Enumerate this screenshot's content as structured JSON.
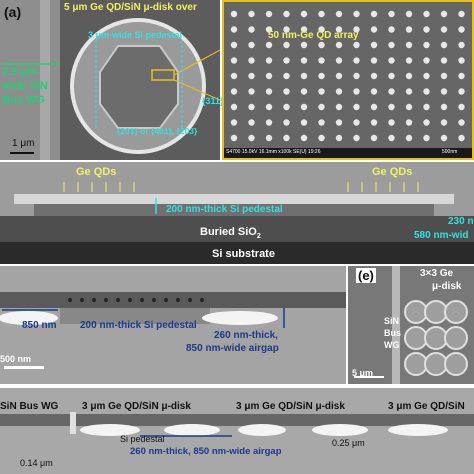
{
  "panel_a": {
    "label": "(a)",
    "disk_title": "5 μm Ge QD/SiN μ-disk over",
    "pedestal_label": "3 μm-wide Si pedestal",
    "array_label": "50 nm-Ge QD array",
    "wg_label_1": "2.5 μm-",
    "wg_label_2": "wide SiN",
    "wg_label_3": "Bus WG",
    "facet_311": "{311}",
    "facet_201": "{201} or {401}, {203}",
    "scale_left": "1 μm",
    "sem_info": "S4700 15.0kV 16.1mm x100k SE(U) 19:26",
    "sem_scale": "500nm"
  },
  "panel_b": {
    "qd_left": "Ge QDs",
    "qd_right": "Ge QDs",
    "pedestal": "200 nm-thick Si pedestal",
    "buried": "Buried SiO",
    "buried_sub": "2",
    "substrate": "Si substrate",
    "right_1": "230 n",
    "right_2": "580 nm-wid"
  },
  "panel_c": {
    "width_850": "850 nm",
    "pedestal": "200 nm-thick Si pedestal",
    "airgap_1": "260 nm-thick,",
    "airgap_2": "850 nm-wide airgap",
    "scale": "500 nm"
  },
  "panel_e": {
    "label": "(e)",
    "bus_1": "SiN",
    "bus_2": "Bus",
    "bus_3": "WG",
    "title_1": "3×3 Ge",
    "title_2": "μ-disk",
    "scale": "5 μm"
  },
  "panel_d": {
    "wg": "SiN Bus WG",
    "disk_1": "3 μm Ge QD/SiN μ-disk",
    "disk_2": "3 μm Ge QD/SiN μ-disk",
    "disk_3": "3 μm Ge QD/SiN",
    "pedestal": "Si pedestal",
    "airgap": "260 nm-thick, 850 nm-wide airgap",
    "gap": "0.25 μm",
    "dim": "0.14 μm"
  }
}
